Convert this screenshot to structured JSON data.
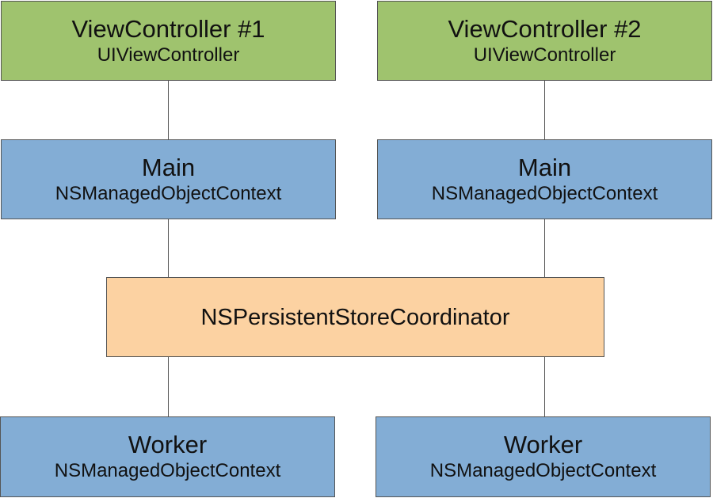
{
  "colors": {
    "view_controller_fill": "#9fc36e",
    "context_fill": "#83add5",
    "coordinator_fill": "#fcd2a2",
    "border": "#555555",
    "connector": "#555555"
  },
  "view_controllers": [
    {
      "title": "ViewController #1",
      "subtitle": "UIViewController"
    },
    {
      "title": "ViewController #2",
      "subtitle": "UIViewController"
    }
  ],
  "main_contexts": [
    {
      "title": "Main",
      "subtitle": "NSManagedObjectContext"
    },
    {
      "title": "Main",
      "subtitle": "NSManagedObjectContext"
    }
  ],
  "coordinator": {
    "title": "NSPersistentStoreCoordinator"
  },
  "worker_contexts": [
    {
      "title": "Worker",
      "subtitle": "NSManagedObjectContext"
    },
    {
      "title": "Worker",
      "subtitle": "NSManagedObjectContext"
    }
  ]
}
